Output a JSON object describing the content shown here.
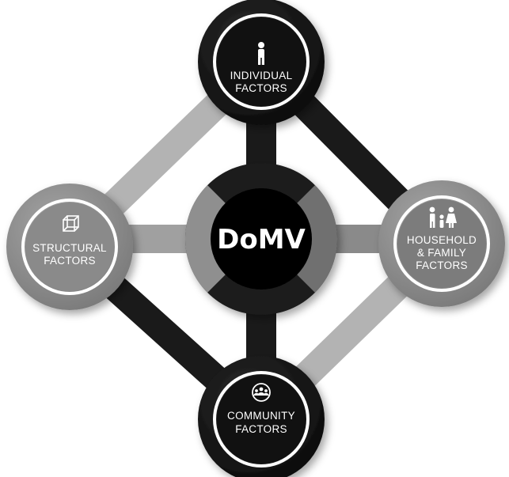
{
  "center": {
    "label": "DoMV"
  },
  "nodes": {
    "individual": {
      "line1": "INDIVIDUAL",
      "line2": "FACTORS",
      "icon": "person-icon"
    },
    "household": {
      "line1": "HOUSEHOLD",
      "line2": "& FAMILY",
      "line3": "FACTORS",
      "icon": "family-icon"
    },
    "community": {
      "line1": "COMMUNITY",
      "line2": "FACTORS",
      "icon": "group-icon"
    },
    "structural": {
      "line1": "STRUCTURAL",
      "line2": "FACTORS",
      "icon": "cube-icon"
    }
  },
  "colors": {
    "dark": "#141414",
    "mid": "#8c8c8c",
    "light": "#bdbdbd",
    "ring": "#ffffff"
  }
}
